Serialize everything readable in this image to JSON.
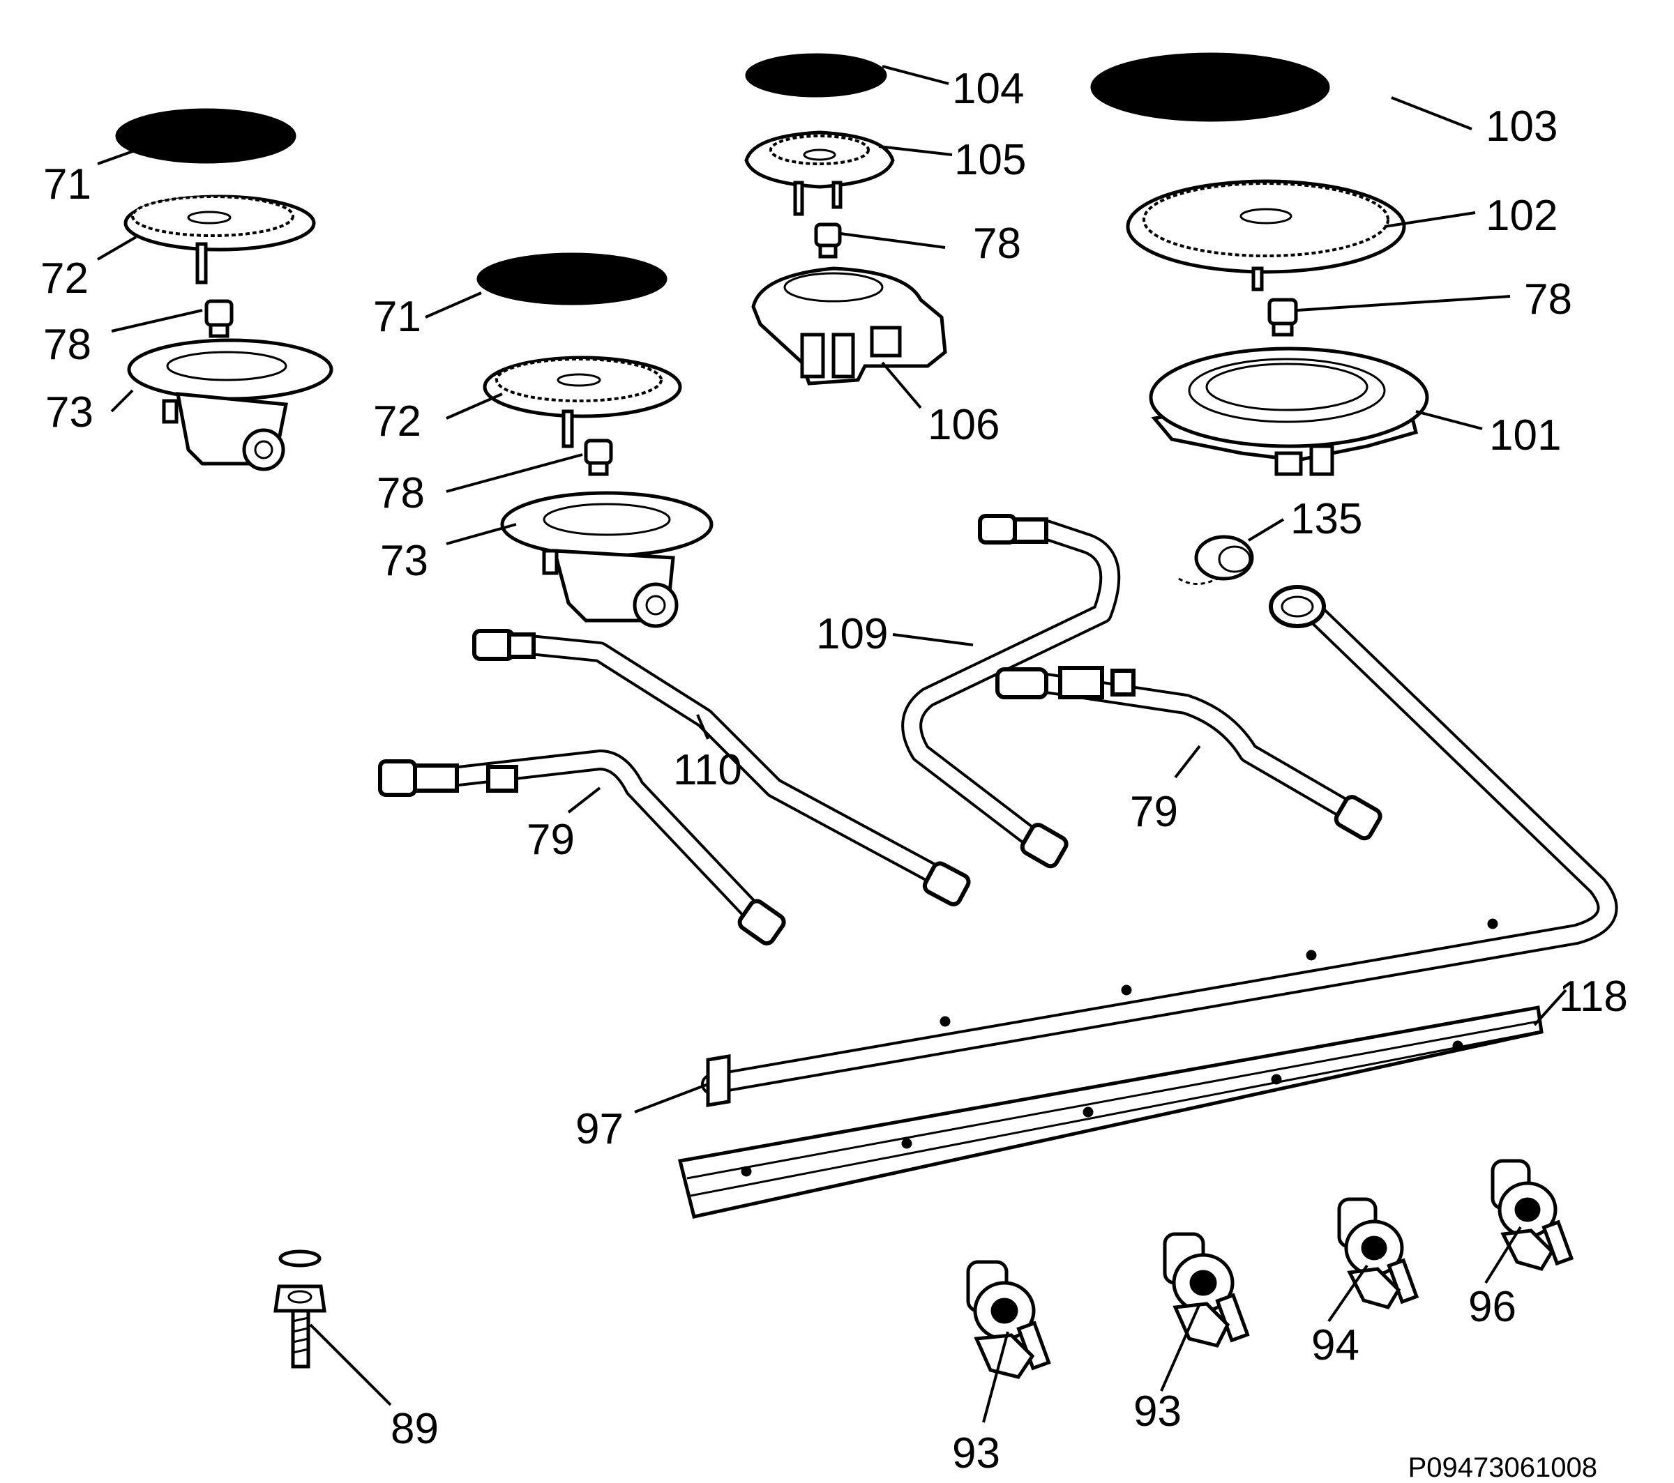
{
  "diagram_code": "P09473061008",
  "callouts": {
    "c71a": "71",
    "c72a": "72",
    "c78a": "78",
    "c73a": "73",
    "c71b": "71",
    "c72b": "72",
    "c78b": "78",
    "c73b": "73",
    "c104": "104",
    "c105": "105",
    "c78c": "78",
    "c106": "106",
    "c103": "103",
    "c102": "102",
    "c78d": "78",
    "c101": "101",
    "c135": "135",
    "c109": "109",
    "c110": "110",
    "c79a": "79",
    "c79b": "79",
    "c118": "118",
    "c97": "97",
    "c89": "89",
    "c93a": "93",
    "c93b": "93",
    "c94": "94",
    "c96": "96"
  }
}
